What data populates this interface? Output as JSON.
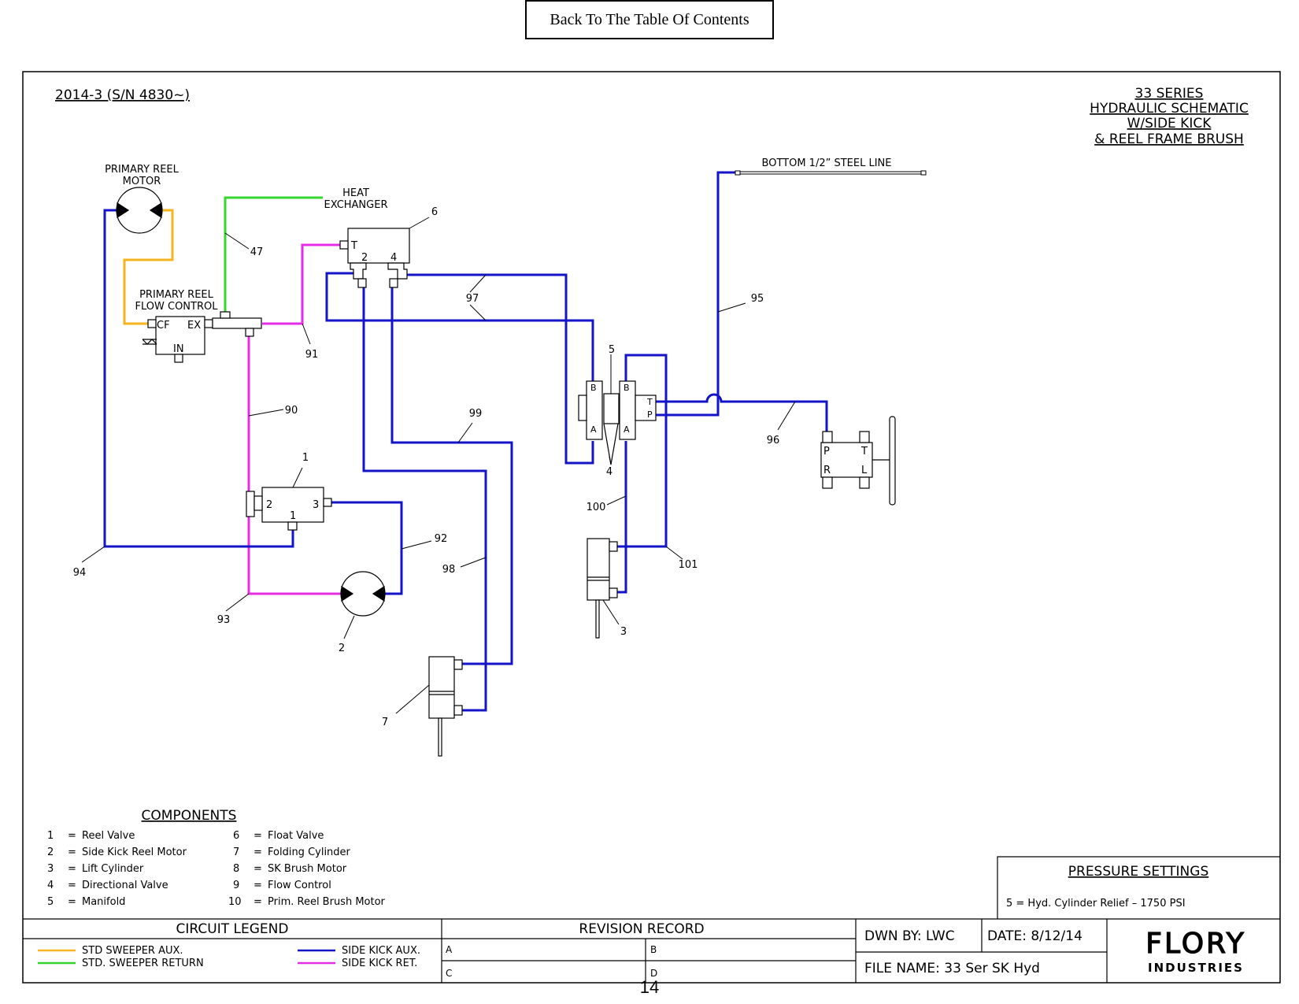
{
  "nav": {
    "back_label": "Back To The Table Of Contents"
  },
  "header": {
    "revision": "2014-3 (S/N 4830~)",
    "title_lines": [
      "33 SERIES",
      "HYDRAULIC SCHEMATIC",
      "W/SIDE KICK",
      "& REEL FRAME BRUSH"
    ]
  },
  "labels": {
    "primary_reel_motor": [
      "PRIMARY REEL",
      "MOTOR"
    ],
    "heat_exchanger": [
      "HEAT",
      "EXCHANGER"
    ],
    "flow_control": [
      "PRIMARY REEL",
      "FLOW CONTROL"
    ],
    "steel_line": "BOTTOM 1/2” STEEL LINE",
    "port_cf": "CF",
    "port_ex": "EX",
    "port_in": "IN",
    "port_t": "T",
    "port_p": "P",
    "port_r": "R",
    "port_l": "L",
    "port_a": "A",
    "port_b": "B",
    "port_1": "1",
    "port_2": "2",
    "port_3": "3",
    "port_4": "4"
  },
  "callouts": {
    "c1": "1",
    "c2": "2",
    "c3": "3",
    "c4": "4",
    "c5": "5",
    "c6": "6",
    "c7": "7",
    "c47": "47",
    "c90": "90",
    "c91": "91",
    "c92": "92",
    "c93": "93",
    "c94": "94",
    "c95": "95",
    "c96": "96",
    "c97": "97",
    "c98": "98",
    "c99": "99",
    "c100": "100",
    "c101": "101"
  },
  "components": {
    "title": "COMPONENTS",
    "left": [
      {
        "num": "1",
        "eq": "=",
        "name": "Reel Valve"
      },
      {
        "num": "2",
        "eq": "=",
        "name": "Side Kick Reel Motor"
      },
      {
        "num": "3",
        "eq": "=",
        "name": "Lift Cylinder"
      },
      {
        "num": "4",
        "eq": "=",
        "name": "Directional Valve"
      },
      {
        "num": "5",
        "eq": "=",
        "name": "Manifold"
      }
    ],
    "right": [
      {
        "num": "6",
        "eq": "=",
        "name": "Float Valve"
      },
      {
        "num": "7",
        "eq": "=",
        "name": "Folding Cylinder"
      },
      {
        "num": "8",
        "eq": "=",
        "name": "SK Brush Motor"
      },
      {
        "num": "9",
        "eq": "=",
        "name": "Flow Control"
      },
      {
        "num": "10",
        "eq": "=",
        "name": "Prim. Reel Brush Motor"
      }
    ]
  },
  "pressure": {
    "title": "PRESSURE SETTINGS",
    "line": "5 = Hyd. Cylinder Relief – 1750 PSI"
  },
  "circuit_legend": {
    "title": "CIRCUIT LEGEND",
    "items": [
      {
        "label": "STD SWEEPER AUX.",
        "color": "#f5b31f"
      },
      {
        "label": "STD. SWEEPER RETURN",
        "color": "#34d62f"
      },
      {
        "label": "SIDE KICK AUX.",
        "color": "#1414c8"
      },
      {
        "label": "SIDE KICK RET.",
        "color": "#e42de4"
      }
    ]
  },
  "revision_record": {
    "title": "REVISION RECORD",
    "cells": [
      "A",
      "B",
      "C",
      "D"
    ]
  },
  "title_block": {
    "drawn_by": "DWN BY: LWC",
    "date": "DATE: 8/12/14",
    "file_name": "FILE NAME: 33 Ser SK Hyd",
    "company": "FLORY",
    "company_sub": "INDUSTRIES"
  },
  "page": {
    "number": "14"
  },
  "colors": {
    "blue": "#1414c8",
    "magenta": "#e42de4",
    "green": "#34d62f",
    "orange": "#f5b31f"
  }
}
